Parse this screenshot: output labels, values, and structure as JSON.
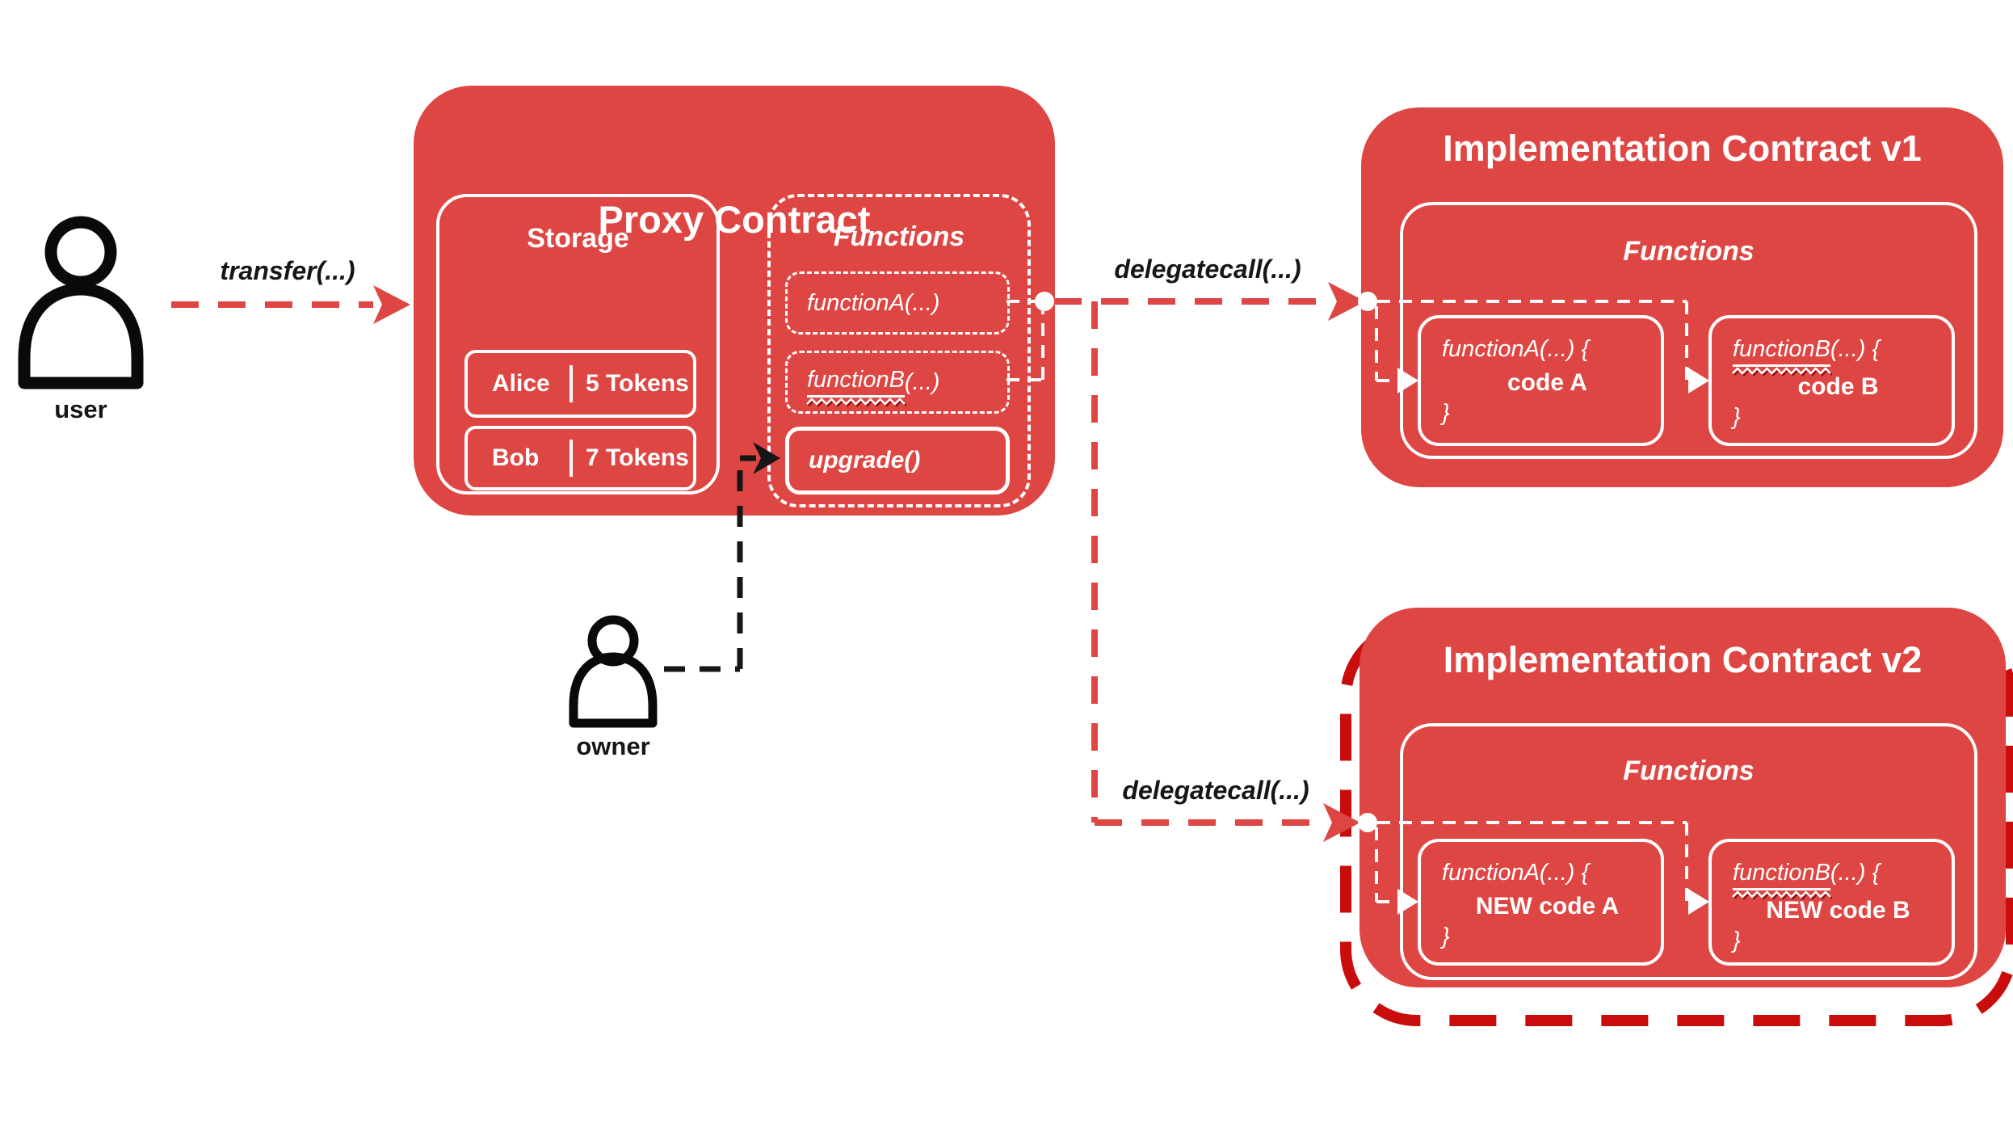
{
  "colors": {
    "red": "#DE4643",
    "darkRed": "#C90D0D",
    "white": "#FFFFFF",
    "black": "#161616",
    "squiggleShadow": "#8F1414"
  },
  "actors": {
    "user": {
      "label": "user"
    },
    "owner": {
      "label": "owner"
    }
  },
  "arrows": {
    "transfer": "transfer(...)",
    "delegatecallV1": "delegatecall(...)",
    "delegatecallV2": "delegatecall(...)"
  },
  "proxy": {
    "title": "Proxy Contract",
    "storage": {
      "title": "Storage",
      "rows": [
        {
          "name": "Alice",
          "tokens": "5 Tokens"
        },
        {
          "name": "Bob",
          "tokens": "7 Tokens"
        }
      ]
    },
    "functions": {
      "title": "Functions",
      "fnA": {
        "name": "functionA",
        "suffix": "(...)"
      },
      "fnB": {
        "name": "functionB",
        "suffix": "(...)"
      },
      "upgrade": {
        "label": "upgrade()"
      }
    }
  },
  "implV1": {
    "title": "Implementation Contract v1",
    "functionsTitle": "Functions",
    "fnA": {
      "name": "functionA",
      "suffix": "(...) {",
      "body": "code A",
      "close": "}"
    },
    "fnB": {
      "name": "functionB",
      "suffix": "(...) {",
      "body": "code B",
      "close": "}"
    }
  },
  "implV2": {
    "title": "Implementation Contract v2",
    "functionsTitle": "Functions",
    "fnA": {
      "name": "functionA",
      "suffix": "(...) {",
      "body": "NEW code A",
      "close": "}"
    },
    "fnB": {
      "name": "functionB",
      "suffix": "(...) {",
      "body": "NEW code B",
      "close": "}"
    }
  }
}
